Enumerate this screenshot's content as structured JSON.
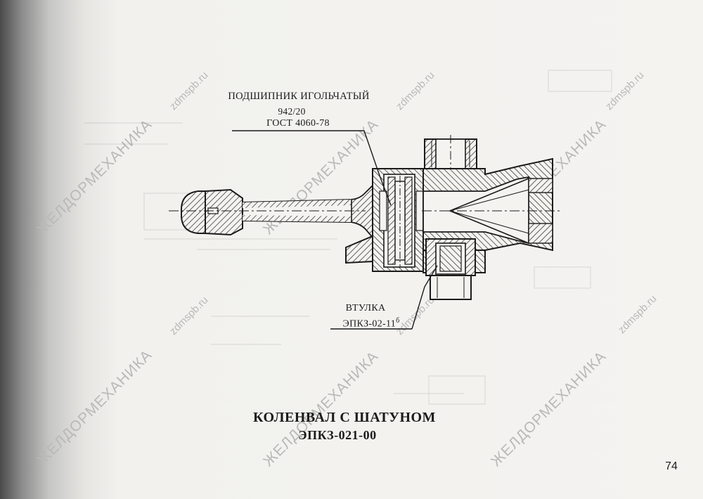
{
  "callouts": {
    "bearing": {
      "name": "ПОДШИПНИК ИГОЛЬЧАТЫЙ",
      "size": "942/20",
      "standard": "ГОСТ 4060-78"
    },
    "bushing": {
      "name": "ВТУЛКА",
      "code": "ЭПКЗ-02-11",
      "code_superscript": "б"
    }
  },
  "title": {
    "line1": "КОЛЕНВАЛ С ШАТУНОМ",
    "line2": "ЭПКЗ-021-00"
  },
  "page_number": "74",
  "watermarks": {
    "site": "zdmspb.ru",
    "brand": "ЖЕЛДОРМЕХАНИКА"
  }
}
